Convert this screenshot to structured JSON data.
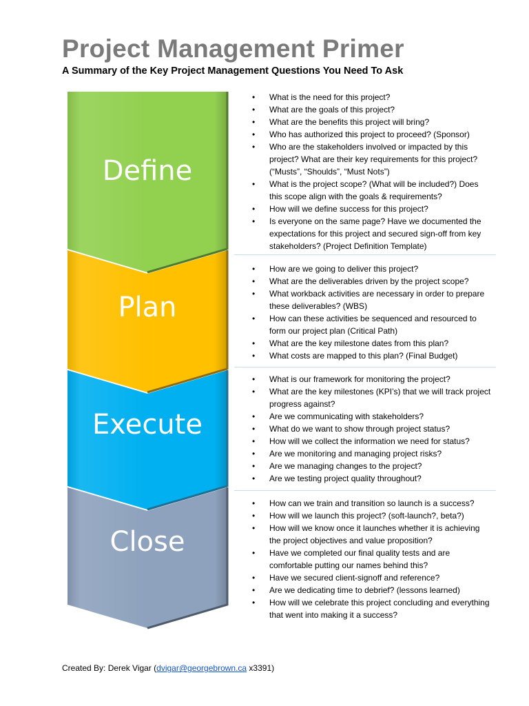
{
  "title": "Project Management Primer",
  "subtitle": "A Summary of the Key Project Management Questions You Need To Ask",
  "stages": [
    {
      "label": "Define",
      "color": "#92d050",
      "questions": [
        "What is the need for this project?",
        "What are the goals of this project?",
        "What are the benefits this project will bring?",
        "Who has authorized this project to proceed? (Sponsor)",
        "Who are the stakeholders involved or impacted by this project? What are their key requirements for this project? (“Musts”, “Shoulds”, “Must Nots”)",
        "What is the project scope?  (What will be included?) Does this scope align with the goals & requirements?",
        "How will we define success for this project?",
        "Is everyone on the same page? Have we documented the expectations for this project and secured sign-off from key stakeholders? (Project Definition Template)"
      ]
    },
    {
      "label": "Plan",
      "color": "#ffc000",
      "questions": [
        "How are we going to deliver this project?",
        "What are the deliverables driven by the project scope?",
        "What workback activities are necessary in order to prepare these deliverables? (WBS)",
        "How can these activities be sequenced and resourced to form our project plan (Critical Path)",
        "What are the key milestone dates from this plan?",
        "What costs are mapped to this plan? (Final Budget)"
      ]
    },
    {
      "label": "Execute",
      "color": "#00b0f0",
      "questions": [
        "What is our framework for monitoring the project?",
        "What are the key milestones (KPI’s) that we will track project progress against?",
        "Are we communicating with stakeholders?",
        "What do we want to show through project status?",
        "How will we collect the information we need for status?",
        "Are we monitoring and managing project risks?",
        "Are we managing changes to the project?",
        "Are we testing project quality throughout?"
      ]
    },
    {
      "label": "Close",
      "color": "#8ea2bd",
      "questions": [
        "How can we train and transition so launch is a success?",
        "How will we launch this project? (soft-launch?, beta?)",
        "How will we know once it launches whether it is achieving the project objectives and value proposition?",
        "Have we completed our final quality tests and are comfortable putting our names behind this?",
        "Have we secured client-signoff and reference?",
        "Are we dedicating time to debrief? (lessons learned)",
        "How will we celebrate this project concluding and everything that went into making it a success?"
      ]
    }
  ],
  "footer": {
    "prefix": "Created By: Derek Vigar (",
    "email": "dvigar@georgebrown.ca",
    "suffix": " x3391)"
  }
}
